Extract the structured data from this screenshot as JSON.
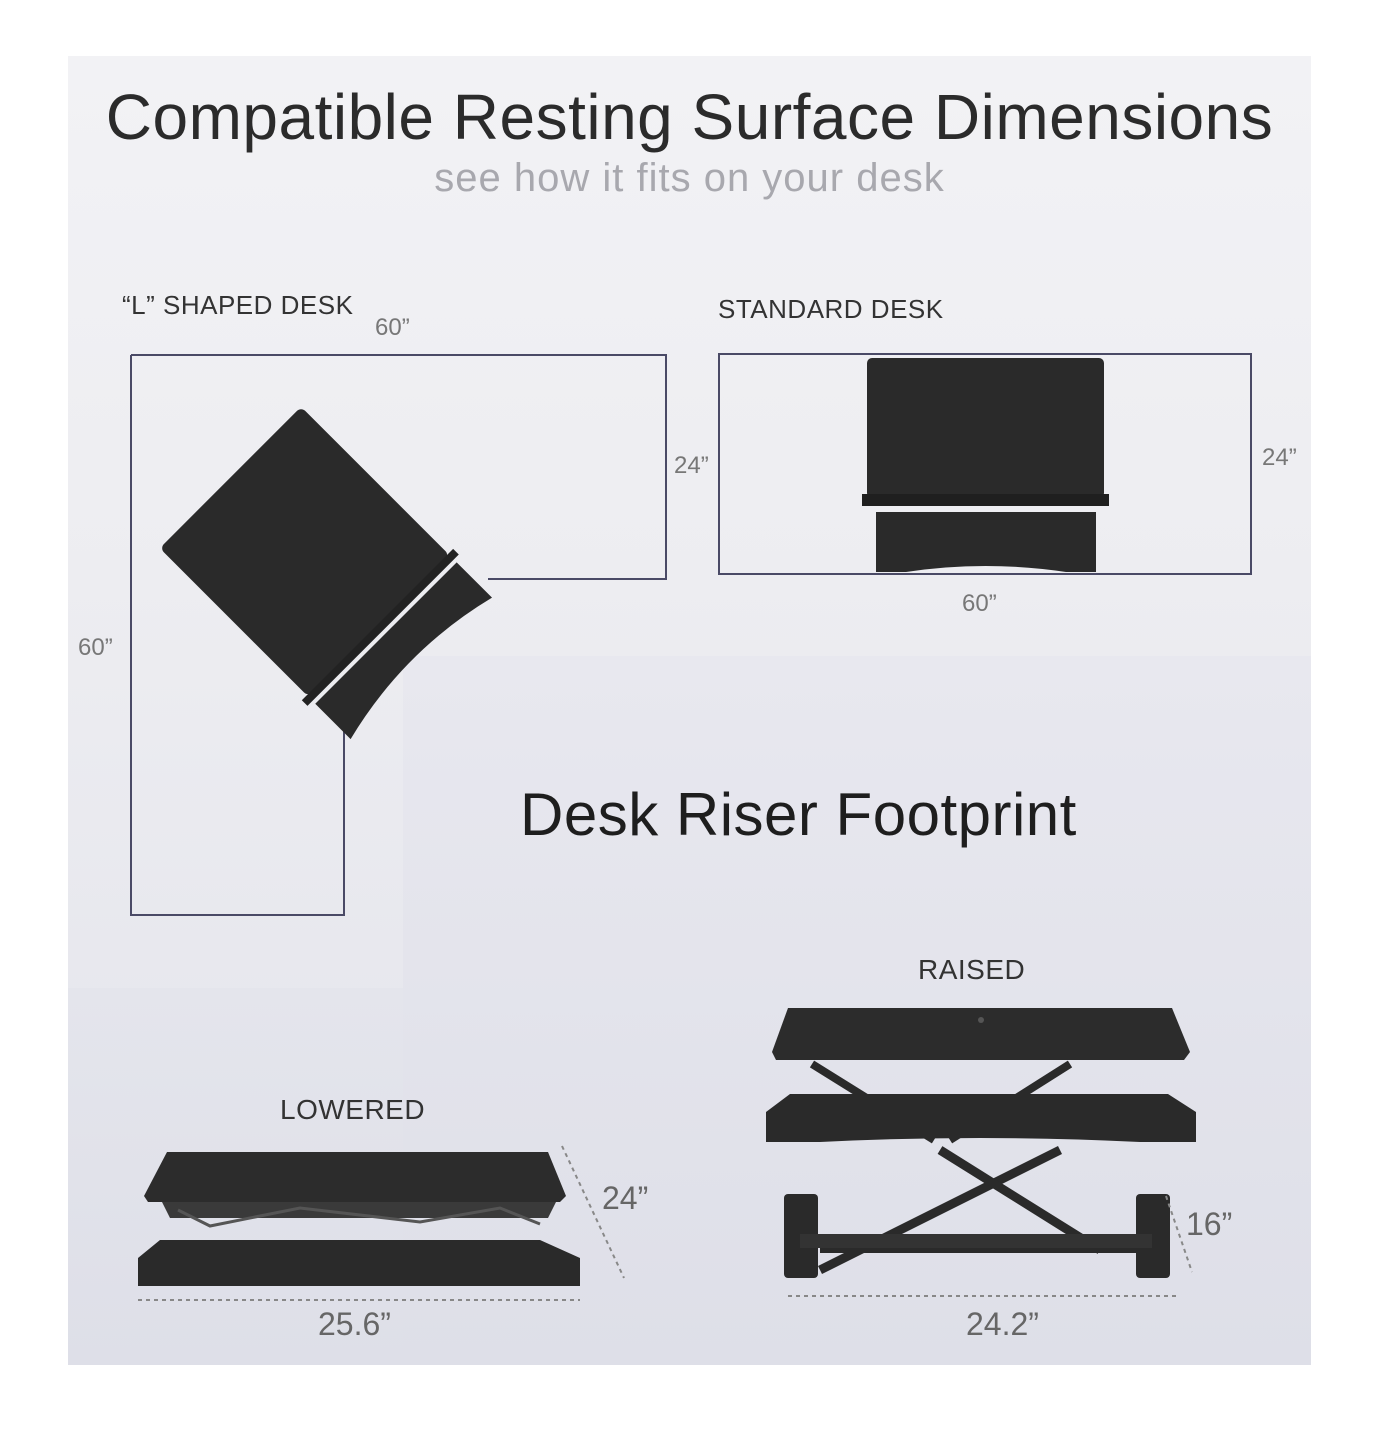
{
  "header": {
    "title": "Compatible Resting Surface Dimensions",
    "subtitle": "see how it fits on your desk"
  },
  "l_desk": {
    "label": "“L” SHAPED DESK",
    "width": "60”",
    "depth": "24”",
    "length": "60”"
  },
  "standard_desk": {
    "label": "STANDARD DESK",
    "depth": "24”",
    "width": "60”"
  },
  "footprint": {
    "title": "Desk Riser Footprint",
    "lowered": {
      "label": "LOWERED",
      "width": "25.6”",
      "depth": "24”"
    },
    "raised": {
      "label": "RAISED",
      "width": "24.2”",
      "depth": "16”"
    }
  },
  "colors": {
    "desk_outline": "#4a4a66",
    "riser": "#2a2a2a",
    "dashed": "#888888"
  }
}
